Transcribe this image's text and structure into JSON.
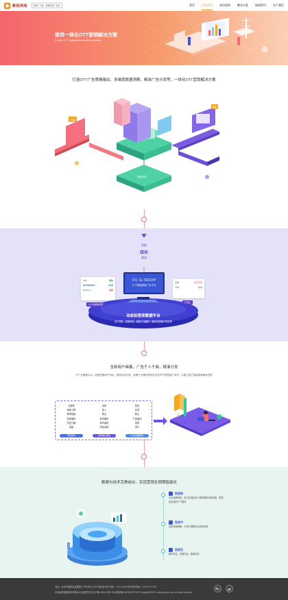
{
  "header": {
    "logo_text": "聚视网络",
    "logo_slogan": "精准一分发 · 数据智能一站式",
    "nav": [
      "首页",
      "产品平台",
      "成功案例",
      "解决方案",
      "新闻资讯",
      "关于我们"
    ],
    "active_nav": "产品平台"
  },
  "hero": {
    "title": "提供一体化OTT营销解决方案",
    "subtitle": "Provide OTT integrated marketing solutions."
  },
  "section1": {
    "title": "打造OTT广告策略输出、多维度数据洞察，精准广告分发等，一体化OTT营销解决方案",
    "labels": [
      "广告主",
      "数据平台",
      "精准分发",
      "媒体"
    ]
  },
  "section2": {
    "media_small": "智能",
    "media_title": "媒体",
    "media_sub": "渠道",
    "gshop_title": "VU G-SHOP",
    "gshop_sub": "OTT智能营销广告平台",
    "brands": [
      {
        "a": "TCL",
        "b": "海信"
      },
      {
        "a": "SKYWORTH",
        "b": "CIBN"
      },
      {
        "a": "Hisense",
        "b": "长虹"
      }
    ],
    "brand_tag": "OTT全媒体资源",
    "advertiser_tag": "广告主",
    "advertisers": [
      {
        "a": "品牌",
        "b": "可口可乐"
      },
      {
        "a": "汽车",
        "b": "快消"
      }
    ],
    "platform_title": "动态标签库数据平台",
    "platform_tags": "用户属性 · 家庭构成 · 品牌/产品偏好 · 媒体内容偏好/特征等"
  },
  "section3": {
    "title": "全新用户画像，广告千人千面，精准分发",
    "desc": "OTT大数据平台—深度挖掘用户特征、媒体内容分类，品牌产业偏好等多层次多环节挖掘用户本来，以建立用户智能营销精准匹配",
    "columns": [
      [
        "分辨率",
        "观看习惯",
        "教育程度",
        "影视偏好",
        "历史兴趣",
        "家庭"
      ],
      [
        "年龄",
        "收入",
        "职业",
        "体育偏好",
        "城市级别",
        "所处地域"
      ],
      [
        "性别",
        "区域",
        "职业",
        "产品路径",
        "渠道",
        "进口"
      ]
    ],
    "pills": [
      "家庭属性",
      "使用用户属性",
      "广告兴趣属性"
    ],
    "pill_colors": [
      "#4a6cf0",
      "#6d55e8",
      "#4f8ff0"
    ]
  },
  "section4": {
    "title": "数据与技术完美结合，实现营销全周期智能化",
    "stages": [
      {
        "title": "投放前",
        "lines": [
          "针对品牌需求，进行精准化的人群和媒体资源匹配，提供",
          "定制化的OTT服务"
        ]
      },
      {
        "title": "投放中",
        "lines": [
          "动态营销策略，可实时调整优化投放效率"
        ]
      },
      {
        "title": "投放后",
        "lines": [
          "媒体评估、效果评估、数据评估"
        ]
      }
    ]
  },
  "footer": {
    "line1": "地址：北京市朝阳区建国路77号华贸中心写字楼3座36层      电话：400-1138-1588      联系电话：010-57121726",
    "line2": "北京聚视网络科技有限公司 版权所有 京ICP备14634195号  京公网安备11010502037196  Copyright©2017 www.visionvu.com All rights reserved"
  },
  "colors": {
    "accent": "#f08a24",
    "hero_start": "#f5656d",
    "hero_end": "#fbd0b6",
    "lavender": "#e3e2f8",
    "mint": "#e7f4f0",
    "purple": "#6b5bd6",
    "blue": "#3b57d8"
  }
}
